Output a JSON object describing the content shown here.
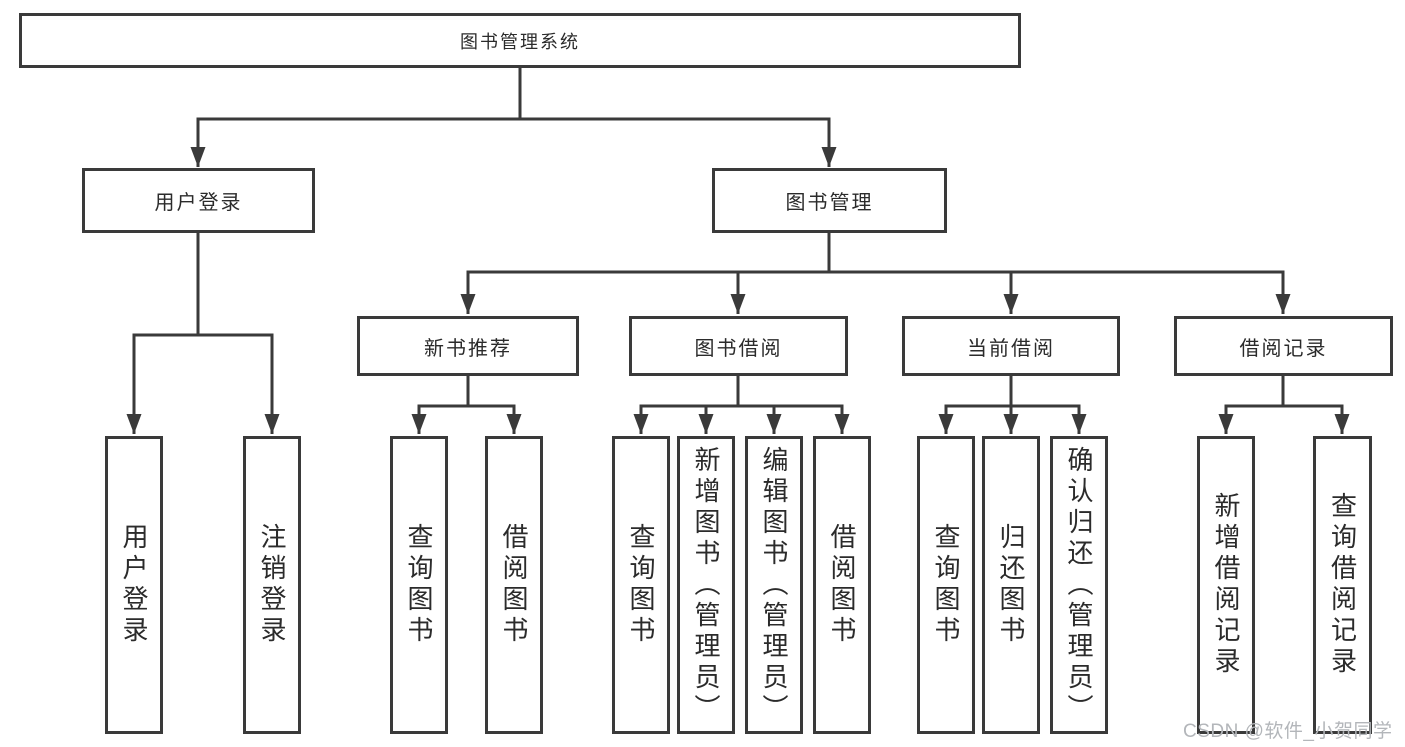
{
  "tree": {
    "root": {
      "label": "图书管理系统",
      "children": [
        {
          "label": "用户登录",
          "children": [
            {
              "label": "用户登录"
            },
            {
              "label": "注销登录"
            }
          ]
        },
        {
          "label": "图书管理",
          "children": [
            {
              "label": "新书推荐",
              "children": [
                {
                  "label": "查询图书"
                },
                {
                  "label": "借阅图书"
                }
              ]
            },
            {
              "label": "图书借阅",
              "children": [
                {
                  "label": "查询图书"
                },
                {
                  "label": "新增图书（管理员）"
                },
                {
                  "label": "编辑图书（管理员）"
                },
                {
                  "label": "借阅图书"
                }
              ]
            },
            {
              "label": "当前借阅",
              "children": [
                {
                  "label": "查询图书"
                },
                {
                  "label": "归还图书"
                },
                {
                  "label": "确认归还（管理员）"
                }
              ]
            },
            {
              "label": "借阅记录",
              "children": [
                {
                  "label": "新增借阅记录"
                },
                {
                  "label": "查询借阅记录"
                }
              ]
            }
          ]
        }
      ]
    }
  },
  "watermark": {
    "text": "CSDN @软件_小贺同学"
  },
  "colors": {
    "line": "#3a3a3a",
    "text": "#2b2b2b",
    "watermark": "#b3b6ba",
    "background": "#ffffff"
  }
}
